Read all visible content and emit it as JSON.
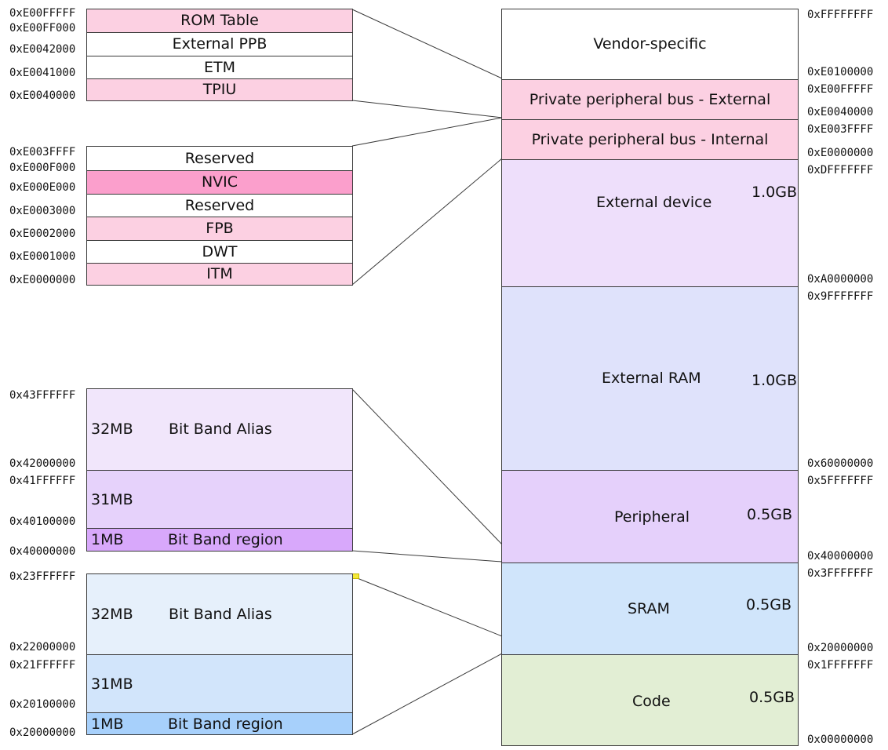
{
  "memory_map": {
    "regions": [
      {
        "id": "vendor",
        "label": "Vendor-specific",
        "size": "",
        "color": "#ffffff",
        "start": "0xE0100000",
        "end": "0xFFFFFFFF"
      },
      {
        "id": "ppb-ext",
        "label": "Private peripheral bus - External",
        "size": "",
        "color": "#fcd0e2",
        "start": "0xE0040000",
        "end": "0xE00FFFFF"
      },
      {
        "id": "ppb-int",
        "label": "Private peripheral bus - Internal",
        "size": "",
        "color": "#fcd0e2",
        "start": "0xE0000000",
        "end": "0xE003FFFF"
      },
      {
        "id": "ext-dev",
        "label": "External device",
        "size": "1.0GB",
        "color": "#eedffb",
        "start": "0xA0000000",
        "end": "0xDFFFFFFF"
      },
      {
        "id": "ext-ram",
        "label": "External RAM",
        "size": "1.0GB",
        "color": "#dfe2fb",
        "start": "0x60000000",
        "end": "0x9FFFFFFF"
      },
      {
        "id": "peripheral",
        "label": "Peripheral",
        "size": "0.5GB",
        "color": "#e5d0fb",
        "start": "0x40000000",
        "end": "0x5FFFFFFF"
      },
      {
        "id": "sram",
        "label": "SRAM",
        "size": "0.5GB",
        "color": "#d0e5fb",
        "start": "0x20000000",
        "end": "0x3FFFFFFF"
      },
      {
        "id": "code",
        "label": "Code",
        "size": "0.5GB",
        "color": "#e2eed4",
        "start": "0x00000000",
        "end": "0x1FFFFFFF"
      }
    ]
  },
  "ppb_external": {
    "cells": [
      {
        "label": "ROM Table",
        "color": "#fcd0e2"
      },
      {
        "label": "External PPB",
        "color": "#ffffff"
      },
      {
        "label": "ETM",
        "color": "#ffffff"
      },
      {
        "label": "TPIU",
        "color": "#fcd0e2"
      }
    ],
    "addresses": [
      "0xE00FFFFF",
      "0xE00FF000",
      "0xE0042000",
      "0xE0041000",
      "0xE0040000"
    ]
  },
  "ppb_internal": {
    "cells": [
      {
        "label": "Reserved",
        "color": "#ffffff"
      },
      {
        "label": "NVIC",
        "color": "#fb9fcc"
      },
      {
        "label": "Reserved",
        "color": "#ffffff"
      },
      {
        "label": "FPB",
        "color": "#fcd0e2"
      },
      {
        "label": "DWT",
        "color": "#ffffff"
      },
      {
        "label": "ITM",
        "color": "#fcd0e2"
      }
    ],
    "addresses": [
      "0xE003FFFF",
      "0xE000F000",
      "0xE000E000",
      "0xE0003000",
      "0xE0002000",
      "0xE0001000",
      "0xE0000000"
    ]
  },
  "peripheral_bitband": {
    "alias": {
      "size": "32MB",
      "label": "Bit Band Alias",
      "color": "#f1e6fb"
    },
    "mid": {
      "size": "31MB",
      "label": "",
      "color": "#e6d2fb"
    },
    "region": {
      "size": "1MB",
      "label": "Bit Band region",
      "color": "#d8a8fb"
    },
    "addresses": [
      "0x43FFFFFF",
      "0x42000000",
      "0x41FFFFFF",
      "0x40100000",
      "0x40000000"
    ]
  },
  "sram_bitband": {
    "alias": {
      "size": "32MB",
      "label": "Bit Band Alias",
      "color": "#e6f0fb"
    },
    "mid": {
      "size": "31MB",
      "label": "",
      "color": "#d2e5fb"
    },
    "region": {
      "size": "1MB",
      "label": "Bit Band region",
      "color": "#a7d0fb"
    },
    "addresses": [
      "0x23FFFFFF",
      "0x22000000",
      "0x21FFFFFF",
      "0x20100000",
      "0x20000000"
    ]
  }
}
